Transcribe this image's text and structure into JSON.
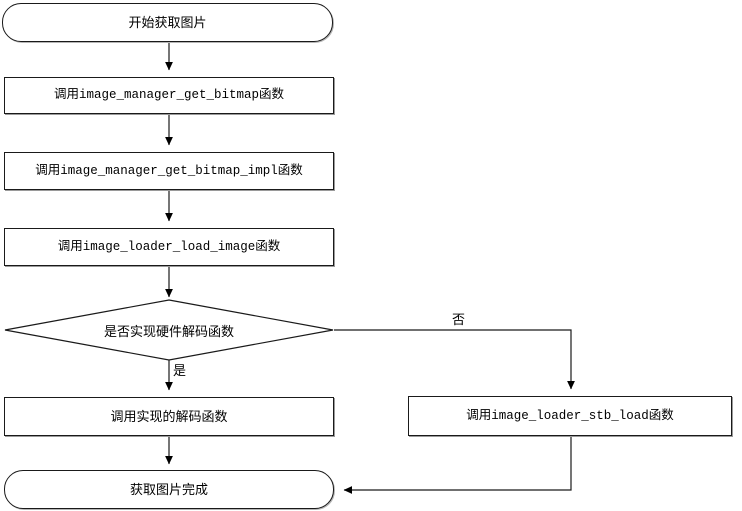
{
  "diagram": {
    "type": "flowchart",
    "title_visible": false,
    "background_color": "#ffffff",
    "line_color": "#1a1a1a",
    "text_color": "#000000",
    "nodes": [
      {
        "id": "start",
        "shape": "terminal",
        "label": "开始获取图片"
      },
      {
        "id": "call_get_bitmap",
        "shape": "process",
        "label": "调用image_manager_get_bitmap函数"
      },
      {
        "id": "call_get_bitmap_impl",
        "shape": "process",
        "label": "调用image_manager_get_bitmap_impl函数"
      },
      {
        "id": "call_loader_load_image",
        "shape": "process",
        "label": "调用image_loader_load_image函数"
      },
      {
        "id": "decision_hw_decode",
        "shape": "decision",
        "label": "是否实现硬件解码函数"
      },
      {
        "id": "call_impl_decode",
        "shape": "process",
        "label": "调用实现的解码函数"
      },
      {
        "id": "call_stb_load",
        "shape": "process",
        "label": "调用image_loader_stb_load函数"
      },
      {
        "id": "end",
        "shape": "terminal",
        "label": "获取图片完成"
      }
    ],
    "edge_labels": {
      "yes": "是",
      "no": "否"
    }
  }
}
